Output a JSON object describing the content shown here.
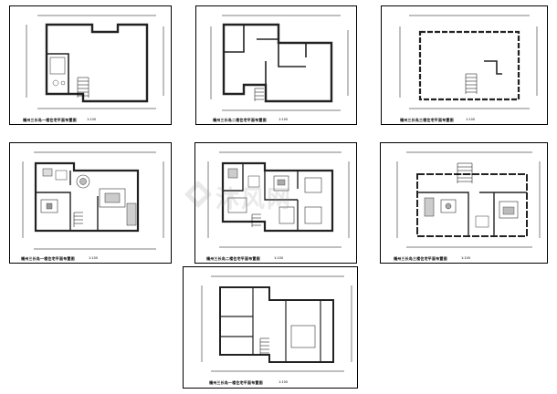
{
  "sheets": [
    {
      "caption": "福州三长岛一楼住宅平面布置图",
      "scale": "1:100"
    },
    {
      "caption": "福州三长岛二楼住宅平面布置图",
      "scale": "1:100"
    },
    {
      "caption": "福州三长岛三楼住宅平面布置图",
      "scale": "1:100"
    },
    {
      "caption": "福州三长岛一楼住宅平面布置图",
      "scale": "1:100"
    },
    {
      "caption": "福州三长岛二楼住宅平面布置图",
      "scale": "1:100"
    },
    {
      "caption": "福州三长岛三楼住宅平面布置图",
      "scale": "1:100"
    },
    {
      "caption": "福州三长岛一楼住宅平面布置图",
      "scale": "1:100"
    }
  ],
  "watermark": "沐风网"
}
